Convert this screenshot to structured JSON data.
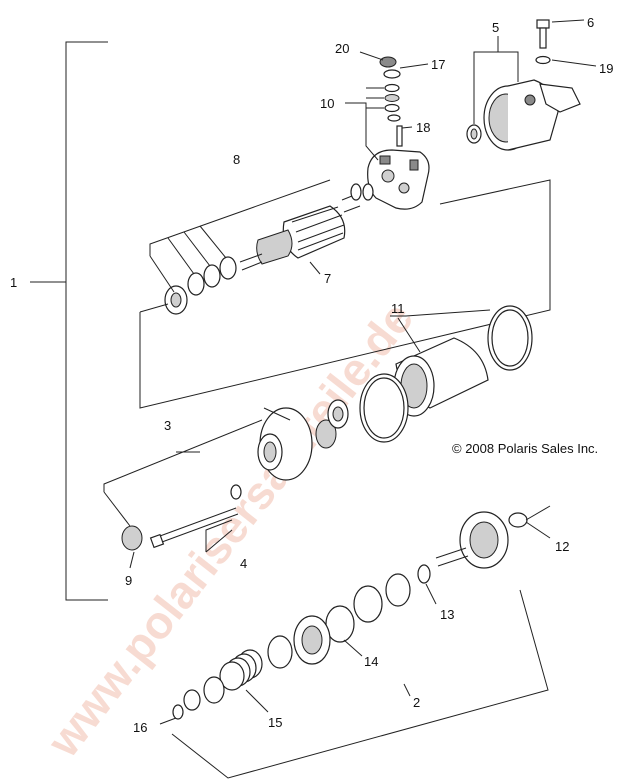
{
  "diagram": {
    "copyright": "© 2008 Polaris Sales Inc.",
    "watermark": "www.polarisersatzteile.de",
    "callouts": [
      {
        "id": "c1",
        "text": "1"
      },
      {
        "id": "c2",
        "text": "2"
      },
      {
        "id": "c3",
        "text": "3"
      },
      {
        "id": "c4",
        "text": "4"
      },
      {
        "id": "c5",
        "text": "5"
      },
      {
        "id": "c6",
        "text": "6"
      },
      {
        "id": "c7",
        "text": "7"
      },
      {
        "id": "c8",
        "text": "8"
      },
      {
        "id": "c9",
        "text": "9"
      },
      {
        "id": "c10",
        "text": "10"
      },
      {
        "id": "c11",
        "text": "11"
      },
      {
        "id": "c12",
        "text": "12"
      },
      {
        "id": "c13",
        "text": "13"
      },
      {
        "id": "c14",
        "text": "14"
      },
      {
        "id": "c15",
        "text": "15"
      },
      {
        "id": "c16",
        "text": "16"
      },
      {
        "id": "c17",
        "text": "17"
      },
      {
        "id": "c18",
        "text": "18"
      },
      {
        "id": "c19",
        "text": "19"
      },
      {
        "id": "c20",
        "text": "20"
      }
    ]
  }
}
